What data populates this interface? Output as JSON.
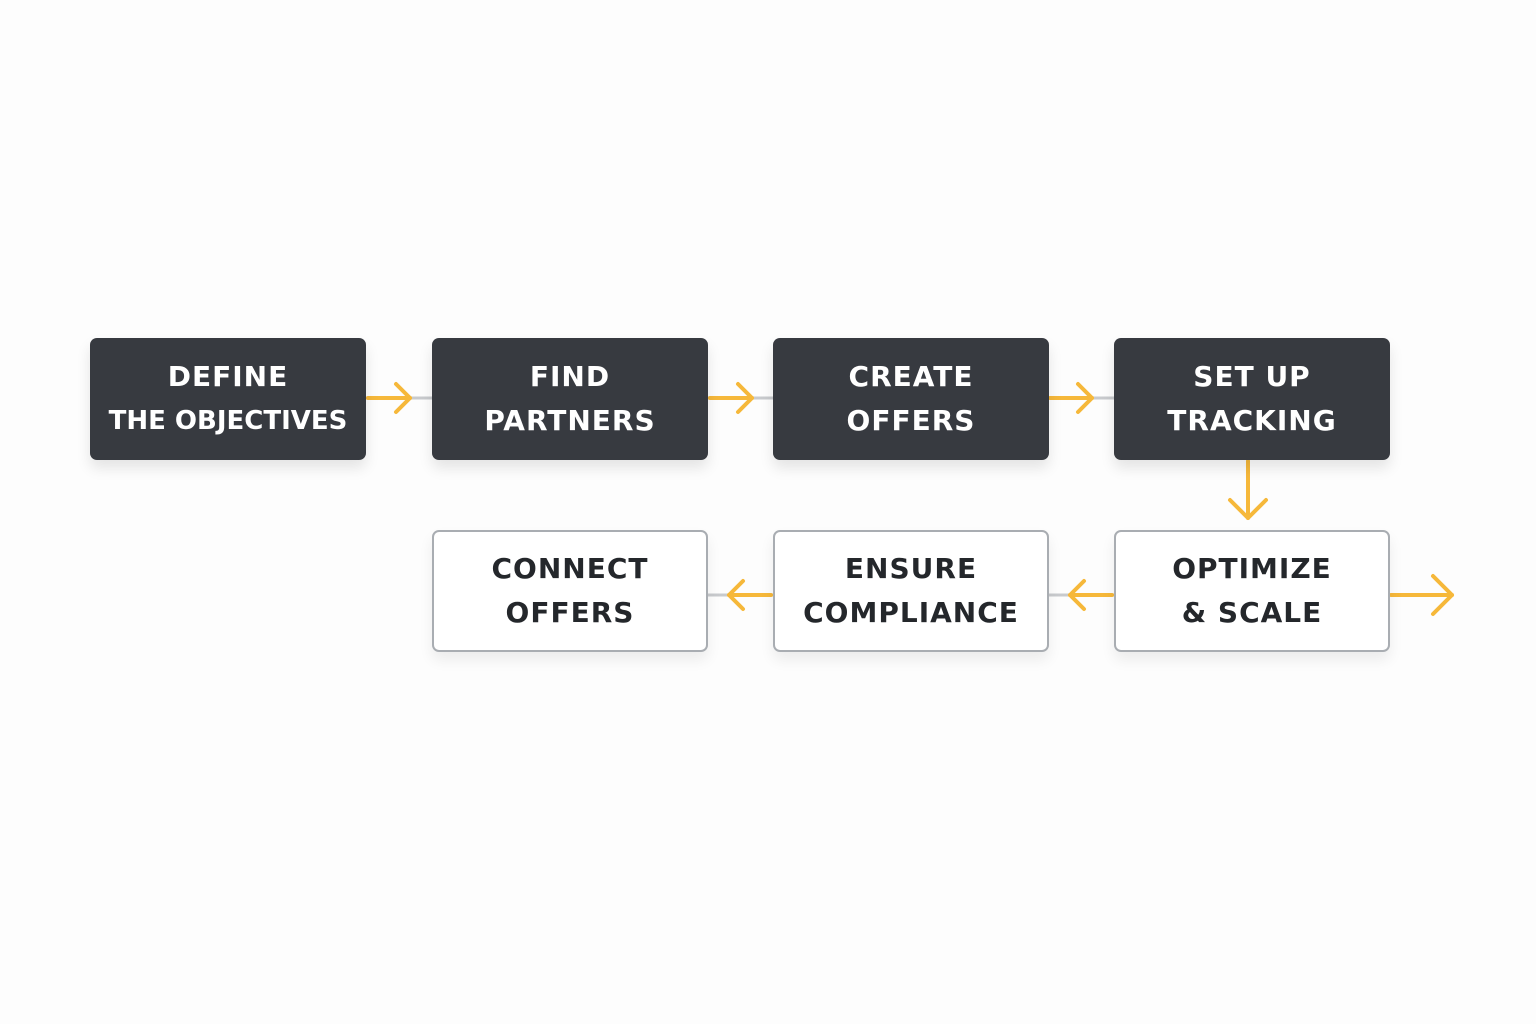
{
  "colors": {
    "background": "#fdfdfd",
    "dark_box": "#373a40",
    "light_box_border": "#a9adb2",
    "arrow": "#f6b83a",
    "connector_line": "#c8cacd"
  },
  "steps": [
    {
      "lines": [
        "DEFINE",
        "THE OBJECTIVES"
      ],
      "style": "dark"
    },
    {
      "lines": [
        "FIND",
        "PARTNERS"
      ],
      "style": "dark"
    },
    {
      "lines": [
        "CREATE",
        "OFFERS"
      ],
      "style": "dark"
    },
    {
      "lines": [
        "SET UP",
        "TRACKING"
      ],
      "style": "dark"
    },
    {
      "lines": [
        "OPTIMIZE",
        "& SCALE"
      ],
      "style": "light"
    },
    {
      "lines": [
        "ENSURE",
        "COMPLIANCE"
      ],
      "style": "light"
    },
    {
      "lines": [
        "CONNECT",
        "OFFERS"
      ],
      "style": "light"
    }
  ],
  "icons": {
    "connector_arrow": "arrow-right-icon",
    "return_arrow": "arrow-left-icon",
    "down_arrow": "arrow-down-icon",
    "exit_arrow": "arrow-right-icon"
  }
}
